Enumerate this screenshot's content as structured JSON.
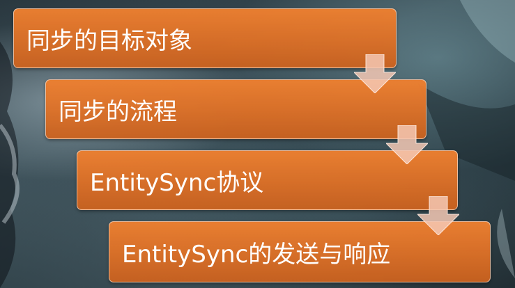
{
  "steps": [
    {
      "label": "同步的目标对象"
    },
    {
      "label": "同步的流程"
    },
    {
      "label": "EntitySync协议"
    },
    {
      "label": "EntitySync的发送与响应"
    }
  ],
  "colors": {
    "step_fill": "#e07533",
    "arrow_fill": "#f2c6b0",
    "border": "#ffffff"
  }
}
